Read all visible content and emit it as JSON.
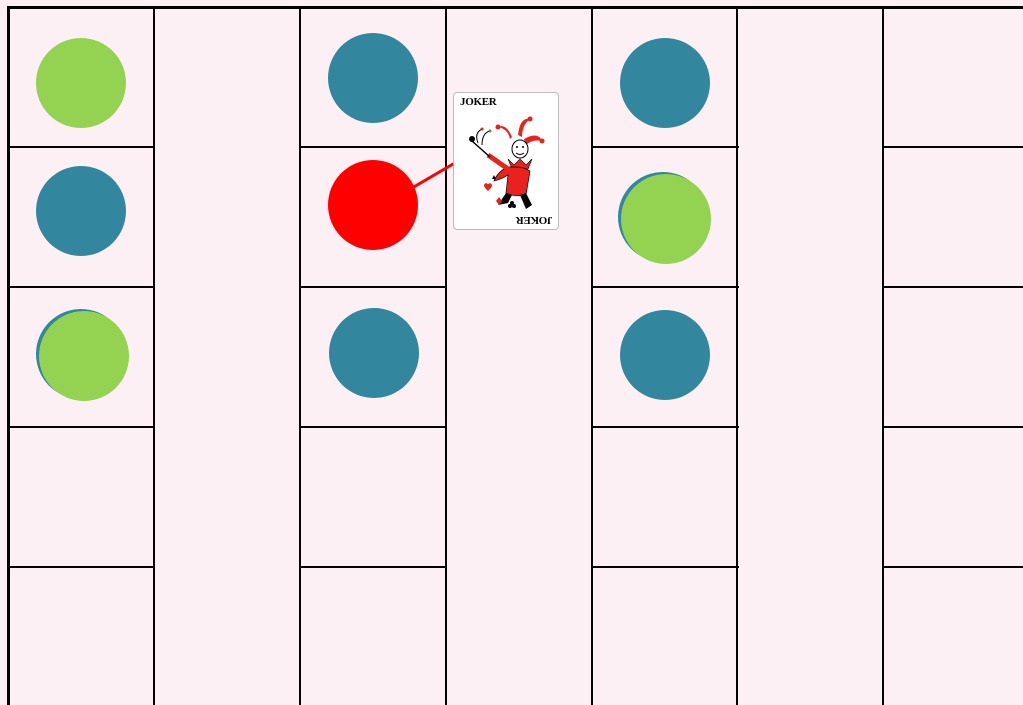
{
  "board": {
    "background": "#fdf0f5",
    "line_color": "#000000",
    "columns": 7,
    "rows": 5,
    "dashed_style": "none"
  },
  "colors": {
    "green": "#94d351",
    "teal": "#32869e",
    "red": "#ff0000",
    "card_red": "#e8231e"
  },
  "tokens": [
    {
      "name": "token-c1-r1",
      "color": "green",
      "column": 1,
      "row": 1
    },
    {
      "name": "token-c1-r2",
      "color": "teal",
      "column": 1,
      "row": 2
    },
    {
      "name": "token-c1-r3",
      "color": "green",
      "column": 1,
      "row": 3,
      "stacked_on": "teal"
    },
    {
      "name": "token-c3-r1",
      "color": "teal",
      "column": 3,
      "row": 1
    },
    {
      "name": "token-c3-r2",
      "color": "red",
      "column": 3,
      "row": 2,
      "selected": true
    },
    {
      "name": "token-c3-r3",
      "color": "teal",
      "column": 3,
      "row": 3
    },
    {
      "name": "token-c5-r1",
      "color": "teal",
      "column": 5,
      "row": 1
    },
    {
      "name": "token-c5-r2",
      "color": "green",
      "column": 5,
      "row": 2,
      "stacked_on": "teal"
    },
    {
      "name": "token-c5-r3",
      "color": "teal",
      "column": 5,
      "row": 3
    }
  ],
  "card": {
    "label": "JOKER",
    "icon": "joker-jester-icon",
    "linked_to": "token-c3-r2"
  }
}
